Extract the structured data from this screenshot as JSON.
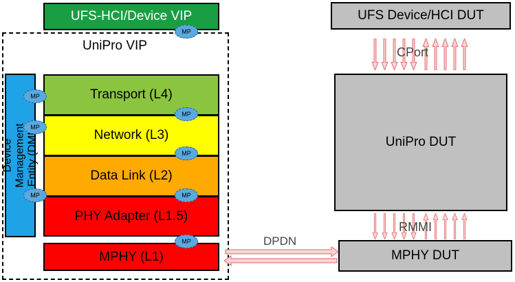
{
  "blocks": {
    "ufs_hci_vip": "UFS-HCI/Device VIP",
    "unipro_vip": "UniPro VIP",
    "transport": "Transport (L4)",
    "network": "Network (L3)",
    "data_link": "Data Link (L2)",
    "phy_adapter": "PHY Adapter (L1.5)",
    "mphy": "MPHY (L1)",
    "dme": "Device Management Entity (DME)",
    "ufs_dut": "UFS Device/HCI DUT",
    "unipro_dut": "UniPro DUT",
    "mphy_dut": "MPHY DUT"
  },
  "interfaces": {
    "cport": "CPort",
    "rmmi": "RMMI",
    "dpdn": "DPDN"
  },
  "mp_label": "MP",
  "colors": {
    "ufs_vip": "#1a9e43",
    "transport": "#8bc53f",
    "network": "#ffff00",
    "data_link": "#ffaa00",
    "phy": "#ff0000",
    "dme": "#1fa2e6",
    "dut": "#c0c0c0",
    "mp": "#5aa9df",
    "arrow_stroke": "#e06666",
    "arrow_fill": "#f6d6d6"
  }
}
